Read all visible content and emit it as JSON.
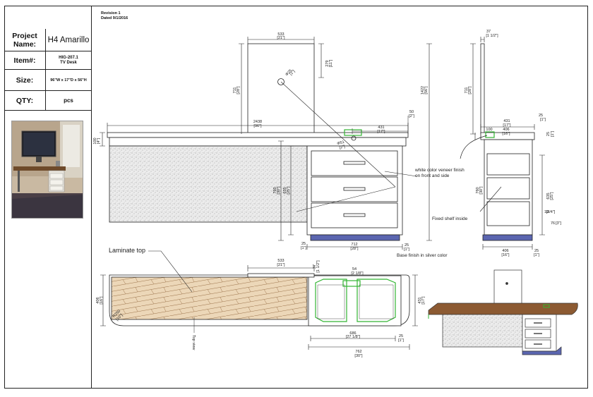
{
  "revision": {
    "line1": "Revision 1",
    "line2": "Dated 9/1/2016"
  },
  "title_block": {
    "project_label": "Project Name:",
    "project_value": "H4 Amarillo",
    "item_label": "Item#:",
    "item_code": "HIG-207.1",
    "item_name": "TV Desk",
    "size_label": "Size:",
    "size_value": "96\"W x 17\"D x 56\"H",
    "qty_label": "QTY:",
    "qty_value": "pcs"
  },
  "photo": {
    "subject": "hotel-room-tv-desk-photo"
  },
  "notes": {
    "veneer_line1": "white color veneer finish",
    "veneer_line2": "on front and side",
    "fixed_shelf": "Fixed shelf inside",
    "base_finish": "Base finish in silver color",
    "laminate_top": "Laminate top",
    "top_view_note": "Top view"
  },
  "dims": {
    "panel_w": "533",
    "panel_w_in": "[21\"]",
    "panel_h": "711",
    "panel_h_in": "[28\"]",
    "hole_d": "Φ25",
    "hole_d_in": "[1\"]",
    "hole_off": "279",
    "hole_off_in": "[11\"]",
    "total_w": "2438",
    "total_w_in": "[96\"]",
    "top_t": "100",
    "top_t_in": "[4\"]",
    "drawer_w": "431",
    "drawer_w_in": "[17\"]",
    "gap": "50",
    "gap_in": "[2\"]",
    "total_h": "1422",
    "total_h_in": "[56\"]",
    "desk_h": "760",
    "desk_h_in": "[30\"]",
    "cab_h": "635",
    "cab_h_in": "[25\"]",
    "grommet": "Φ51",
    "grommet_in": "[2\"]",
    "base_h": "25",
    "base_h_in": "[1\"]",
    "cab_w": "712",
    "cab_w_in": "[28\"]",
    "side_depth": "37",
    "side_depth_in": "[1 1/2\"]",
    "side_panel_h": "711",
    "side_panel_h_in": "[28\"]",
    "side_d": "431",
    "side_d_in": "[17\"]",
    "side_gap": "25",
    "side_gap_in": "[1\"]",
    "side_top": "100",
    "side_top_in": "[4\"]",
    "side_inner": "406",
    "side_inner_in": "[16\"]",
    "side_h": "760",
    "side_h_in": "[30\"]",
    "shelf": "19",
    "shelf_in": "[3/4\"]",
    "shelf_off": "76",
    "shelf_off_in": "[3\"]",
    "side_base": "406",
    "side_base_in": "[16\"]",
    "top_panel_w": "533",
    "top_panel_w_in": "[21\"]",
    "top_panel_t": "37",
    "top_panel_t_in": "[1 1/2\"]",
    "top_depth": "406",
    "top_depth_in": "[16\"]",
    "top_radius": "R250",
    "top_radius_in": "[10\"]",
    "top_cab_w": "686",
    "top_cab_w_in": "[27 1/8\"]",
    "top_cab_total": "762",
    "top_cab_total_in": "[30\"]",
    "top_cab_gap": "25",
    "top_cab_gap_in": "[1\"]",
    "top_cab_d": "431",
    "top_cab_d_in": "[17\"]",
    "top_grommet": "54",
    "top_grommet_in": "[2 1/8\"]"
  },
  "colors": {
    "line": "#222222",
    "laminate": "#e8d3b2",
    "stone": "#d7d7d7",
    "base": "#5b66b0",
    "highlight": "#33b533",
    "wood": "#8c5a32"
  }
}
